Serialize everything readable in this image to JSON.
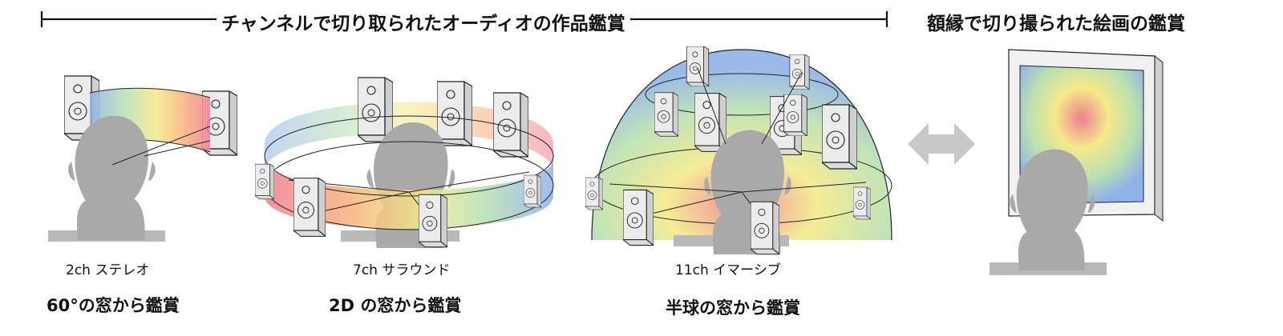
{
  "header": {
    "audio_title": "チャンネルで切り取られたオーディオの作品鑑賞",
    "painting_title": "額縁で切り撮られた絵画の鑑賞"
  },
  "panels": [
    {
      "sub_label": "2ch ステレオ",
      "main_label": "60°の窓から鑑賞"
    },
    {
      "sub_label": "7ch サラウンド",
      "main_label": "2D の窓から鑑賞"
    },
    {
      "sub_label": "11ch イマーシブ",
      "main_label": "半球の窓から鑑賞"
    }
  ],
  "colors": {
    "spectrum": [
      "#8fb2e8",
      "#b9e0b0",
      "#f4ea8a",
      "#f7b27a",
      "#ef7f92"
    ],
    "head": "#a9a9a9",
    "speaker": "#ececec",
    "arrow": "#c8c8c8"
  }
}
